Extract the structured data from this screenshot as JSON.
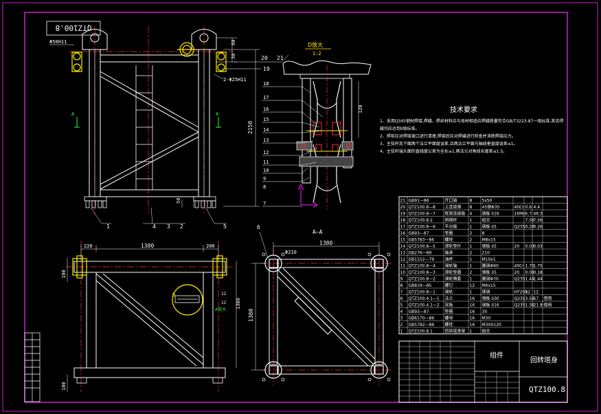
{
  "colors": {
    "background": "#000000",
    "frame": "#d020d0",
    "lines": "#ffffff",
    "centerlines": "#ff3030",
    "highlights": "#ffee00",
    "dims": "#33ff33"
  },
  "front_view": {
    "rotated_code": "QTZ100.8",
    "hole_left": "Φ50H11",
    "hole_right": "2-Φ25H11",
    "dim_top": "60",
    "dim_top2": "30",
    "dim_height": "2150",
    "dim_bottom": "50",
    "section_mark": "A",
    "balloons": [
      "1",
      "2",
      "3",
      "4",
      "5",
      "19",
      "20",
      "21"
    ]
  },
  "detail": {
    "title": "D放大",
    "scale": "1:2",
    "balloons": [
      "18",
      "17",
      "16",
      "15",
      "14",
      "13",
      "12",
      "11",
      "10",
      "9",
      "8",
      "7"
    ],
    "dim": "120"
  },
  "tech": {
    "title": "技术要求",
    "items": [
      "1、采用Q345钢材焊接,焊缝、焊丝材料应与母材相适应焊缝质量符合GB/T3223-87一级标准,其余焊",
      "缝均应达到II级标准。",
      "2、焊前应对焊接坡口进行清理,焊接后应对焊缝进行检查并消除焊接应力。",
      "3、主弦杆及下面两个法兰平面度误差,且两法兰平面与轴线垂直度误差≤1。",
      "4、主弦杆端头面的直线度公差为全长≤1,两法兰对角线长度差≤1.5。"
    ]
  },
  "bottom_left_view": {
    "dim_total": "1380",
    "dim_left": "220",
    "dim_right": "200",
    "dim_side": "100",
    "dim_side2": "1380",
    "dim_bottom": "100",
    "detail_label": "D",
    "dim_detail": "12",
    "dim_detail2": "12",
    "green_note": "A放大"
  },
  "section_view": {
    "title": "A—A",
    "dim_total": "1380",
    "hole": "Φ210",
    "dim_side": "1380",
    "balloon": "6"
  },
  "bom": [
    {
      "no": "21",
      "code": "GB91—86",
      "name": "开口销",
      "qty": "8",
      "mat": "5x50",
      "w1": "",
      "w2": "",
      "note": ""
    },
    {
      "no": "20",
      "code": "QTZ100.8—8",
      "name": "上连接销",
      "qty": "8",
      "mat": "45钢Φ35",
      "w1": "40Cr",
      "w2": "0.6",
      "w3": "4.4",
      "note": ""
    },
    {
      "no": "19",
      "code": "QTZ100.8—7",
      "name": "框架连接板",
      "qty": "4",
      "mat": "钢板 δ16",
      "w1": "16Mn",
      "w2": "5.7",
      "w3": "46.3",
      "note": ""
    },
    {
      "no": "18",
      "code": "QTZ100.8.2",
      "name": "斜梯杆",
      "qty": "1",
      "mat": "组合",
      "w1": "",
      "w2": "7.56",
      "w3": "7.56",
      "note": ""
    },
    {
      "no": "17",
      "code": "QTZ100.8—6",
      "name": "平台板",
      "qty": "1",
      "mat": "钢板 δ5",
      "w1": "Q235",
      "w2": "0.26",
      "w3": "0.26",
      "note": ""
    },
    {
      "no": "16",
      "code": "GB93—87",
      "name": "垫圈",
      "qty": "2",
      "mat": "8",
      "w1": "",
      "w2": "",
      "w3": "",
      "note": ""
    },
    {
      "no": "15",
      "code": "GB5783—86",
      "name": "螺栓",
      "qty": "2",
      "mat": "M8x15",
      "w1": "",
      "w2": "",
      "w3": "",
      "note": ""
    },
    {
      "no": "14",
      "code": "QTZ100.8—5",
      "name": "滑轮垫片",
      "qty": "1",
      "mat": "钢板 δ5",
      "w1": "20",
      "w2": "0.03",
      "w3": "0.03",
      "note": ""
    },
    {
      "no": "13",
      "code": "GB276—89",
      "name": "轴承",
      "qty": "2",
      "mat": "210",
      "w1": "",
      "w2": "",
      "w3": "",
      "note": ""
    },
    {
      "no": "12",
      "code": "GB1152—79",
      "name": "油杯",
      "qty": "1",
      "mat": "M10x1",
      "w1": "",
      "w2": "",
      "w3": "",
      "note": ""
    },
    {
      "no": "11",
      "code": "QTZ100.8—4",
      "name": "滑轮轴",
      "qty": "1",
      "mat": "圆钢Φ60",
      "w1": "40Cr",
      "w2": "1.75",
      "w3": "1.75",
      "note": ""
    },
    {
      "no": "10",
      "code": "QTZ100.8—3",
      "name": "滑轮垫圈",
      "qty": "2",
      "mat": "钢板 δ5",
      "w1": "20",
      "w2": "0.09",
      "w3": "0.18",
      "note": ""
    },
    {
      "no": "9",
      "code": "QTZ100.8—2",
      "name": "滑轮隔套",
      "qty": "1",
      "mat": "圆钢Φ70",
      "w1": "Q235",
      "w2": "1.44",
      "w3": "1.44",
      "note": ""
    },
    {
      "no": "8",
      "code": "GB819—85",
      "name": "螺钉",
      "qty": "12",
      "mat": "M6x15",
      "w1": "",
      "w2": "",
      "w3": "",
      "note": ""
    },
    {
      "no": "7",
      "code": "QTZ100.8—1",
      "name": "滑轮",
      "qty": "1",
      "mat": "铸钢",
      "w1": "HT200",
      "w2": "12",
      "w3": "12",
      "note": ""
    },
    {
      "no": "6",
      "code": "QTZ100.4.1—1",
      "name": "法兰",
      "qty": "16",
      "mat": "钢板 δ30",
      "w1": "Q235",
      "w2": "3.56",
      "w3": "57",
      "note": "借用"
    },
    {
      "no": "5",
      "code": "QTZ100.4.1—2",
      "name": "耳板",
      "qty": "16",
      "mat": "钢板 δ16",
      "w1": "Q235",
      "w2": "1.36",
      "w3": "21.8",
      "note": "借用"
    },
    {
      "no": "4",
      "code": "GB93—87",
      "name": "垫圈",
      "qty": "16",
      "mat": "30",
      "w1": "",
      "w2": "",
      "w3": "",
      "note": ""
    },
    {
      "no": "3",
      "code": "GB6170—86",
      "name": "螺母",
      "qty": "16",
      "mat": "M30",
      "w1": "",
      "w2": "",
      "w3": "",
      "note": ""
    },
    {
      "no": "2",
      "code": "GB5782—86",
      "name": "螺栓",
      "qty": "16",
      "mat": "M30X120",
      "w1": "",
      "w2": "",
      "w3": "",
      "note": ""
    },
    {
      "no": "1",
      "code": "QTZ100.8.1",
      "name": "回转塔身架",
      "qty": "1",
      "mat": "组合",
      "w1": "",
      "w2": "",
      "w3": "",
      "note": ""
    }
  ],
  "title_block": {
    "material": "组件",
    "name": "回转塔身",
    "code": "QTZ100.8"
  }
}
